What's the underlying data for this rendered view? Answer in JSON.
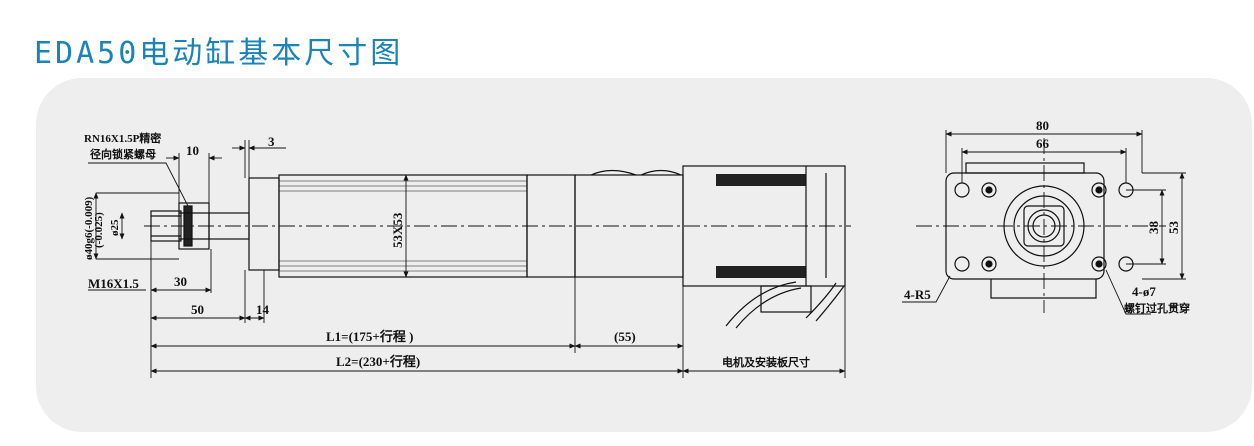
{
  "title": "EDA50电动缸基本尺寸图",
  "labels": {
    "nut_line1": "RN16X1.5P精密",
    "nut_line2": "径向锁紧螺母",
    "dim_10": "10",
    "dim_3": "3",
    "dim_d40": "ø40g6(-0.009)",
    "dim_d40_tol": "(-0.025)",
    "dim_d25": "ø25",
    "dim_m16": "M16X1.5",
    "dim_30": "30",
    "dim_50": "50",
    "dim_14": "14",
    "dim_53x53": "53X53",
    "dim_l1": "L1=(175+行程 )",
    "dim_55": "(55)",
    "dim_l2": "L2=(230+行程)",
    "motor_note": "电机及安装板尺寸",
    "dim_80": "80",
    "dim_66": "66",
    "dim_38": "38",
    "dim_53": "53",
    "r5": "4-R5",
    "hole": "4-ø7",
    "hole_note": "螺钉过孔贯穿"
  }
}
